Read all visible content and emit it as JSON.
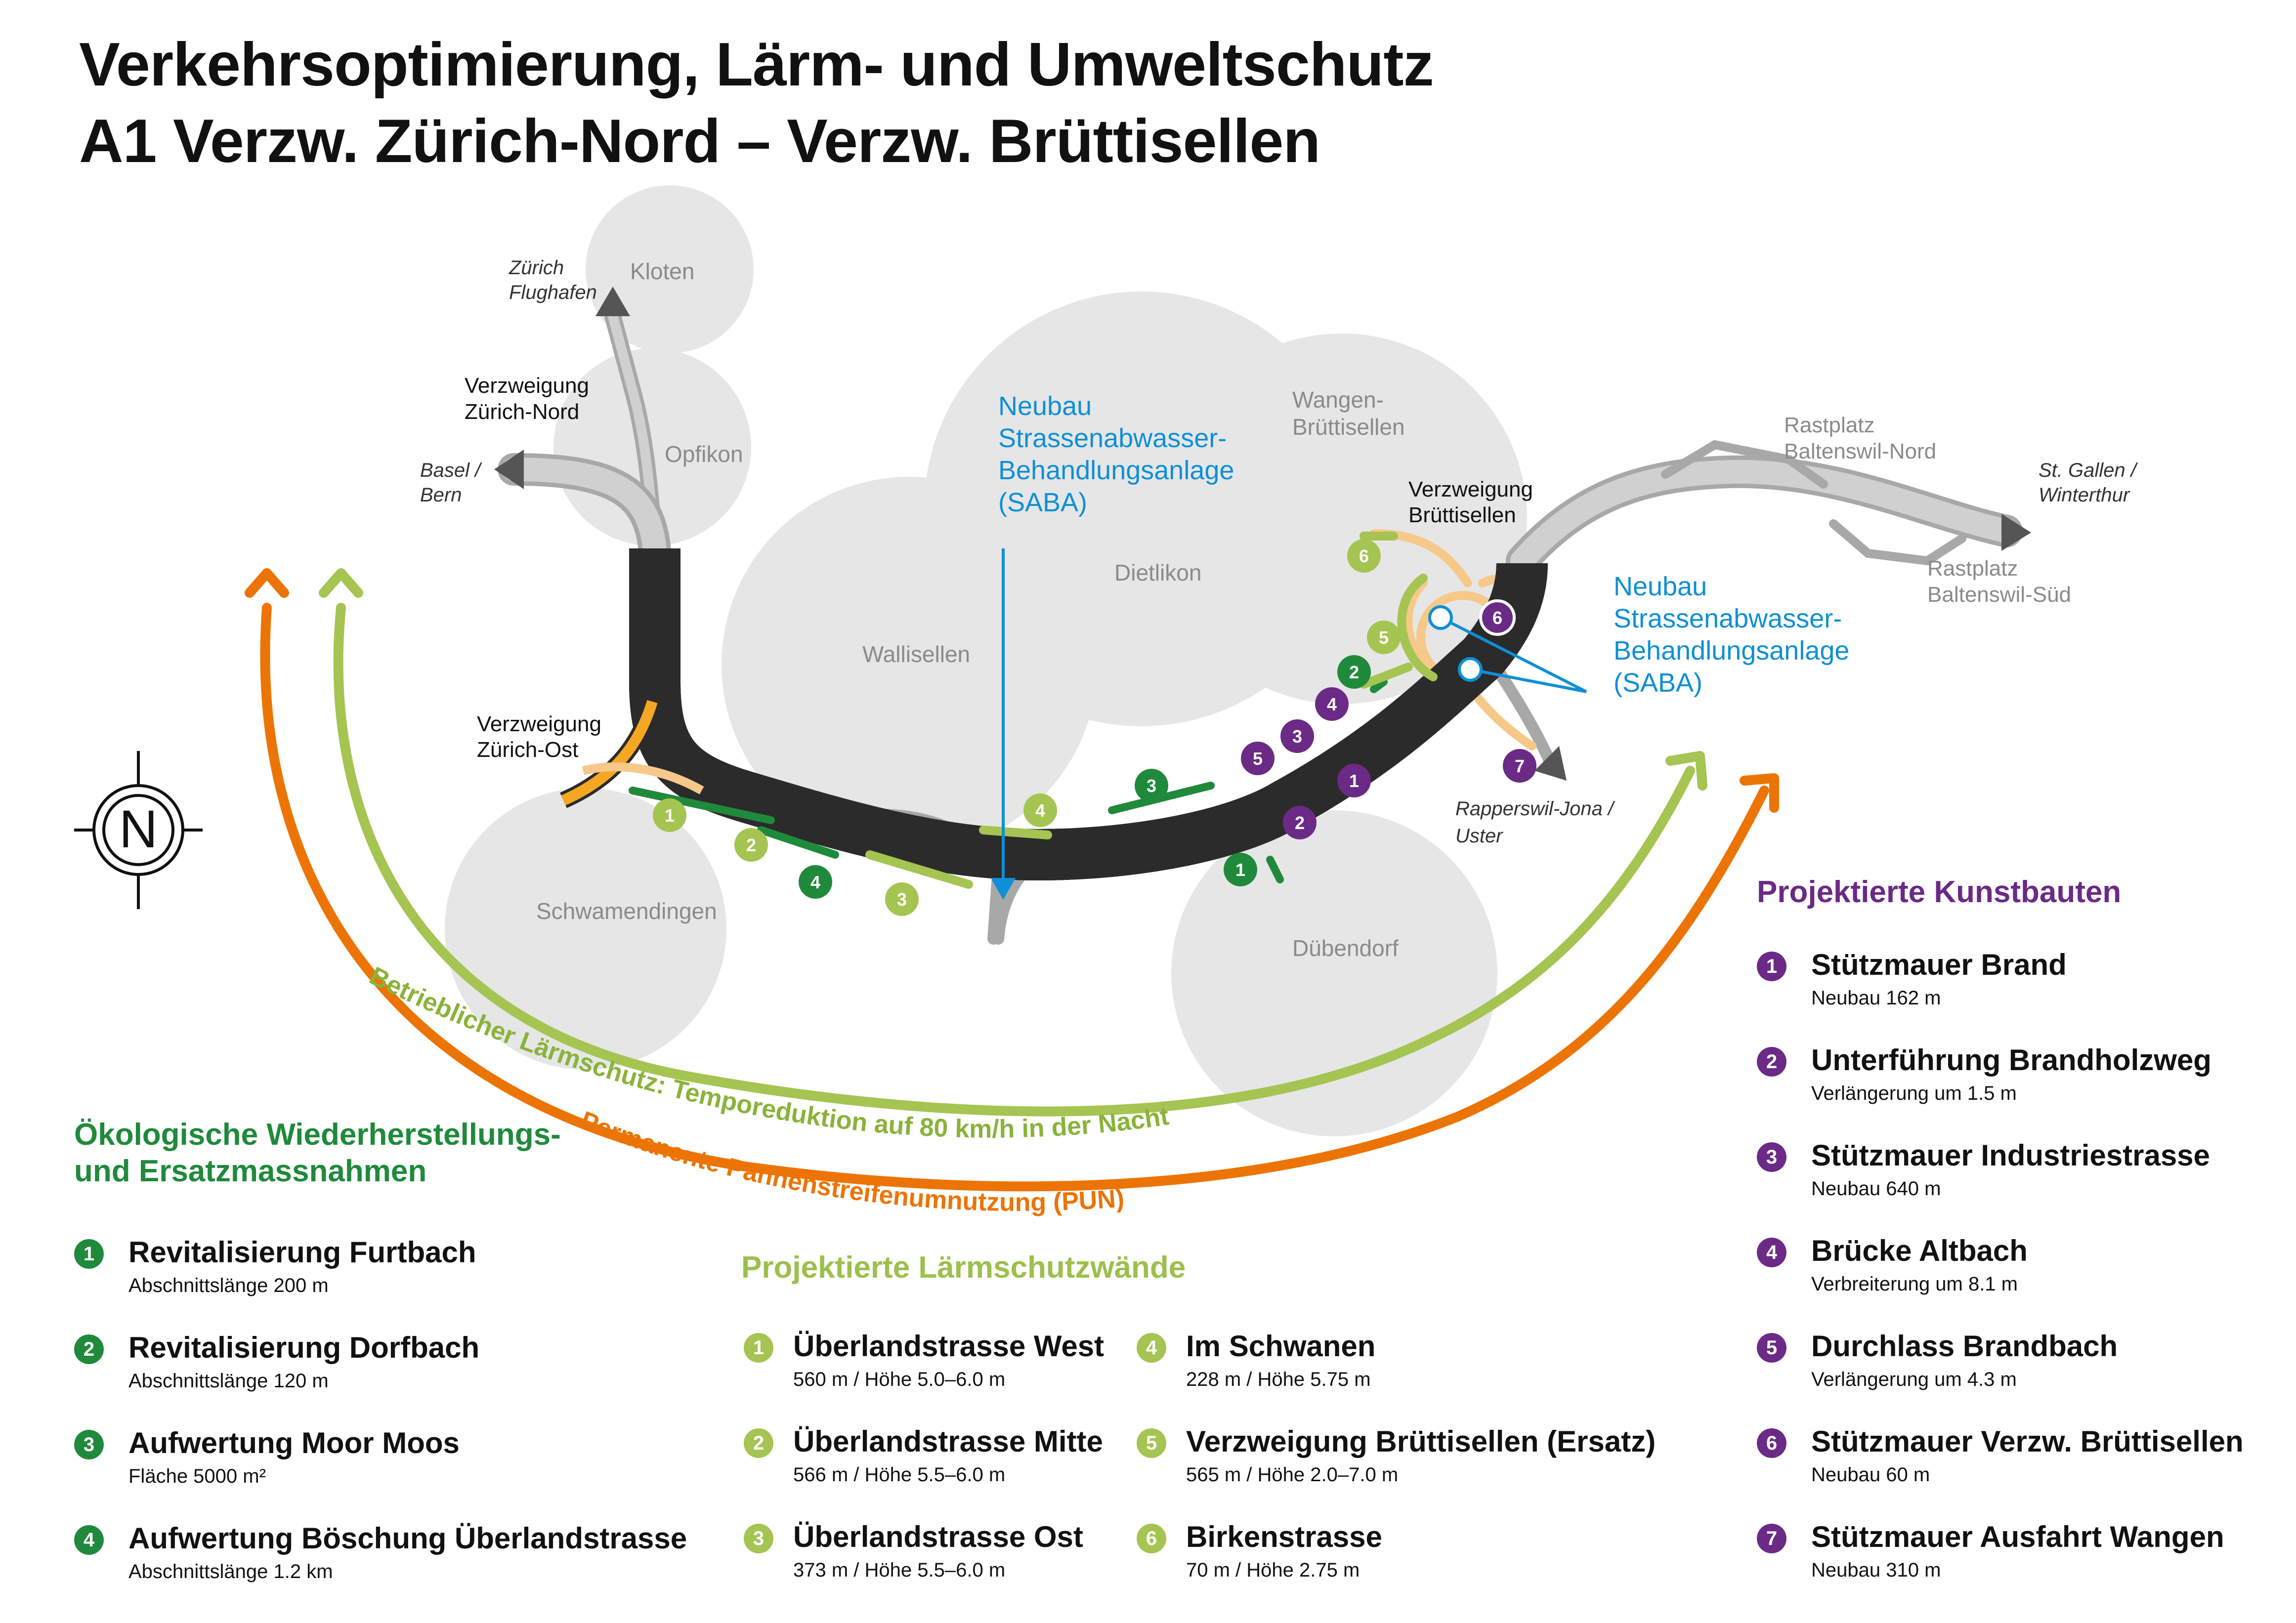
{
  "title": {
    "line1": "Verkehrsoptimierung, Lärm- und Umweltschutz",
    "line2": "A1 Verzw. Zürich-Nord – Verzw. Brüttisellen"
  },
  "map": {
    "places": {
      "kloten": "Kloten",
      "opfikon": "Opfikon",
      "wallisellen": "Wallisellen",
      "dietlikon": "Dietlikon",
      "wangen_1": "Wangen-",
      "wangen_2": "Brüttisellen",
      "schwamendingen": "Schwamendingen",
      "duebendorf": "Dübendorf"
    },
    "interchanges": {
      "zn_1": "Verzweigung",
      "zn_2": "Zürich-Nord",
      "zo_1": "Verzweigung",
      "zo_2": "Zürich-Ost",
      "br_1": "Verzweigung",
      "br_2": "Brüttisellen"
    },
    "destinations": {
      "flughafen_1": "Zürich",
      "flughafen_2": "Flughafen",
      "basel_1": "Basel /",
      "basel_2": "Bern",
      "stgallen_1": "St. Gallen /",
      "stgallen_2": "Winterthur",
      "rapperswil_1": "Rapperswil-Jona /",
      "rapperswil_2": "Uster"
    },
    "rest_areas": {
      "nord_1": "Rastplatz",
      "nord_2": "Baltenswil-Nord",
      "sued_1": "Rastplatz",
      "sued_2": "Baltenswil-Süd"
    },
    "saba_1": [
      "Neubau",
      "Strassenabwasser-",
      "Behandlungsanlage",
      "(SABA)"
    ],
    "saba_2": [
      "Neubau",
      "Strassenabwasser-",
      "Behandlungsanlage",
      "(SABA)"
    ],
    "north_label": "N",
    "arc_green": "Betrieblicher Lärmschutz: Temporeduktion auf 80 km/h in der Nacht",
    "arc_orange": "Permanente Pannenstreifenumnutzung (PUN)",
    "marker_labels": {
      "eco": [
        "1",
        "2",
        "3",
        "4"
      ],
      "noise": [
        "1",
        "2",
        "3",
        "4",
        "5",
        "6"
      ],
      "art": [
        "1",
        "2",
        "3",
        "4",
        "5",
        "6",
        "7"
      ]
    },
    "colors": {
      "highway_fill": "#f5a623",
      "highway_edge": "#2b2b2b",
      "road_grey": "#b8b8b8",
      "circle_grey": "#e6e6e6",
      "eco_green": "#1f8a3b",
      "noise_green": "#a5c452",
      "art_purple": "#6b2a86",
      "saba_blue": "#0e8fd6",
      "orange": "#ec7405"
    }
  },
  "legend": {
    "eco": {
      "heading": [
        "Ökologische Wiederherstellungs-",
        "und Ersatzmassnahmen"
      ],
      "items": [
        {
          "num": "1",
          "title": "Revitalisierung Furtbach",
          "detail": "Abschnittslänge 200 m"
        },
        {
          "num": "2",
          "title": "Revitalisierung Dorfbach",
          "detail": "Abschnittslänge 120 m"
        },
        {
          "num": "3",
          "title": "Aufwertung Moor Moos",
          "detail": "Fläche 5000 m²"
        },
        {
          "num": "4",
          "title": "Aufwertung Böschung Überlandstrasse",
          "detail": "Abschnittslänge 1.2 km"
        }
      ]
    },
    "noise": {
      "heading": "Projektierte Lärmschutzwände",
      "items": [
        {
          "num": "1",
          "title": "Überlandstrasse West",
          "detail": "560 m / Höhe 5.0–6.0 m"
        },
        {
          "num": "2",
          "title": "Überlandstrasse Mitte",
          "detail": "566 m / Höhe 5.5–6.0 m"
        },
        {
          "num": "3",
          "title": "Überlandstrasse Ost",
          "detail": "373 m / Höhe 5.5–6.0 m"
        },
        {
          "num": "4",
          "title": "Im Schwanen",
          "detail": "228 m / Höhe 5.75 m"
        },
        {
          "num": "5",
          "title": "Verzweigung Brüttisellen (Ersatz)",
          "detail": "565 m / Höhe 2.0–7.0 m"
        },
        {
          "num": "6",
          "title": "Birkenstrasse",
          "detail": "70 m / Höhe 2.75 m"
        }
      ]
    },
    "art": {
      "heading": "Projektierte Kunstbauten",
      "items": [
        {
          "num": "1",
          "title": "Stützmauer Brand",
          "detail": "Neubau 162 m"
        },
        {
          "num": "2",
          "title": "Unterführung Brandholzweg",
          "detail": "Verlängerung um 1.5 m"
        },
        {
          "num": "3",
          "title": "Stützmauer Industriestrasse",
          "detail": "Neubau 640 m"
        },
        {
          "num": "4",
          "title": "Brücke Altbach",
          "detail": "Verbreiterung um 8.1 m"
        },
        {
          "num": "5",
          "title": "Durchlass Brandbach",
          "detail": "Verlängerung um 4.3 m"
        },
        {
          "num": "6",
          "title": "Stützmauer Verzw. Brüttisellen",
          "detail": "Neubau 60 m"
        },
        {
          "num": "7",
          "title": "Stützmauer Ausfahrt Wangen",
          "detail": "Neubau 310 m"
        }
      ]
    }
  }
}
